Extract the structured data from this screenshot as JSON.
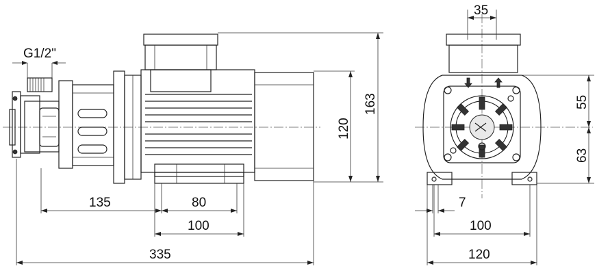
{
  "dimensions": {
    "thread": "G1/2\"",
    "d35": "35",
    "d163": "163",
    "d120_height": "120",
    "d55": "55",
    "d63": "63",
    "d135": "135",
    "d80": "80",
    "d100_side": "100",
    "d335": "335",
    "d7": "7",
    "d100_front": "100",
    "d120_width": "120"
  }
}
